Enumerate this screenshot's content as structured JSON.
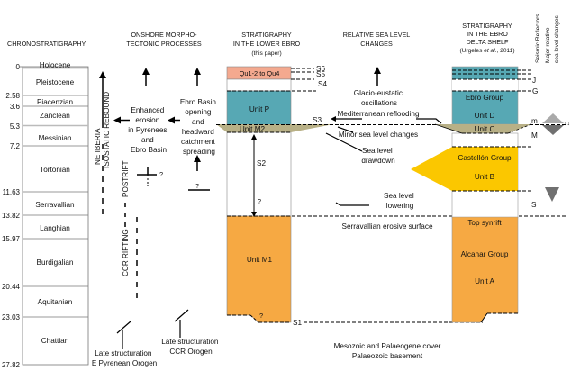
{
  "headers": {
    "chrono": "CHRONOSTRATIGRAPHY",
    "onshore_1": "ONSHORE MORPHO-",
    "onshore_2": "TECTONIC  PROCESSES",
    "lower_ebro_1": "STRATIGRAPHY",
    "lower_ebro_2": "IN THE  LOWER  EBRO",
    "lower_ebro_3": "(this paper)",
    "sea_level_1": "RELATIVE SEA  LEVEL",
    "sea_level_2": "CHANGES",
    "delta_1": "STRATIGRAPHY",
    "delta_2": "IN THE EBRO",
    "delta_3": "DELTA SHELF",
    "delta_4a": "(Urgeles ",
    "delta_4b": "et al.",
    "delta_4c": ", 2011)",
    "reflectors": "Seismic  Reflectors",
    "major_1": "Major  relative",
    "major_2": "sea  level  changes"
  },
  "chrono": {
    "stages": [
      "Holocene",
      "Pleistocene",
      "Piacenzian",
      "Zanclean",
      "Messinian",
      "Tortonian",
      "Serravallian",
      "Langhian",
      "Burdigalian",
      "Aquitanian",
      "Chattian"
    ],
    "ages": [
      "0",
      "2.58",
      "3.6",
      "5.3",
      "7.2",
      "11.63",
      "13.82",
      "15.97",
      "20.44",
      "23.03",
      "27.82"
    ]
  },
  "onshore": {
    "isostatic_1": "NE IBERIA",
    "isostatic_2": "ISOSTATIC REBOUND",
    "postrift": "POSTRIFT",
    "ccr_rifting": "CCR  RIFTING",
    "enhanced_erosion": [
      "Enhanced",
      "erosion",
      "in Pyrenees",
      "and",
      "Ebro Basin"
    ],
    "ebro_opening": [
      "Ebro Basin",
      "opening",
      "and",
      "headward",
      "catchment",
      "spreading"
    ],
    "question": "?",
    "late_pyrenean": [
      "Late structuration",
      "E Pyrenean Orogen"
    ],
    "late_ccr": [
      "Late structuration",
      "CCR Orogen"
    ]
  },
  "lower_ebro": {
    "units": [
      "Qu1-2 to Qu4",
      "Unit P",
      "Unit M2",
      "Unit M1"
    ],
    "surfaces": [
      "S6",
      "S5",
      "S4",
      "S3",
      "S2",
      "S1"
    ],
    "question": "?"
  },
  "sea_level": {
    "glacio": [
      "Glacio-eustatic",
      "oscillations"
    ],
    "reflooding": "Mediterranean reflooding",
    "minor": "Minor sea level changes",
    "drawdown": [
      "Sea level",
      "drawdown"
    ],
    "lowering": [
      "Sea level",
      "lowering"
    ],
    "serravallian": "Serravallian erosive surface",
    "basement_1": "Mesozoic and Palaeogene cover",
    "basement_2": "Palaeozoic basement"
  },
  "delta_shelf": {
    "units": [
      "Ebro Group",
      "Unit D",
      "Unit C",
      "Castellón Group",
      "Unit B",
      "Top synrift",
      "Alcanar Group",
      "Unit A"
    ],
    "reflectors": [
      "J",
      "G",
      "m",
      "M",
      "S"
    ],
    "updown": "↑↓"
  },
  "colors": {
    "quaternary": "#f4a98f",
    "pliocene": "#57a8b4",
    "messinian": "#b8b086",
    "castellon": "#fbc700",
    "miocene": "#f6a943",
    "triangle_light": "#aaaaaa",
    "triangle_dark": "#707070"
  }
}
